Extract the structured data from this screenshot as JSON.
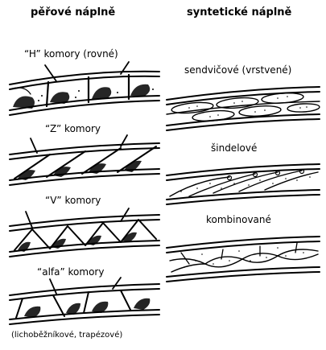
{
  "columns": {
    "left": {
      "heading": "pěřové náplně",
      "items": [
        {
          "label": "“H” komory (rovné)"
        },
        {
          "label": "“Z” komory"
        },
        {
          "label": "“V” komory"
        },
        {
          "label": "“alfa” komory"
        }
      ],
      "note": "(lichoběžníkové, trapézové)"
    },
    "right": {
      "heading": "syntetické náplně",
      "items": [
        {
          "label": "sendvičové (vrstvené)"
        },
        {
          "label": "šindelové"
        },
        {
          "label": "kombinované"
        }
      ]
    }
  }
}
